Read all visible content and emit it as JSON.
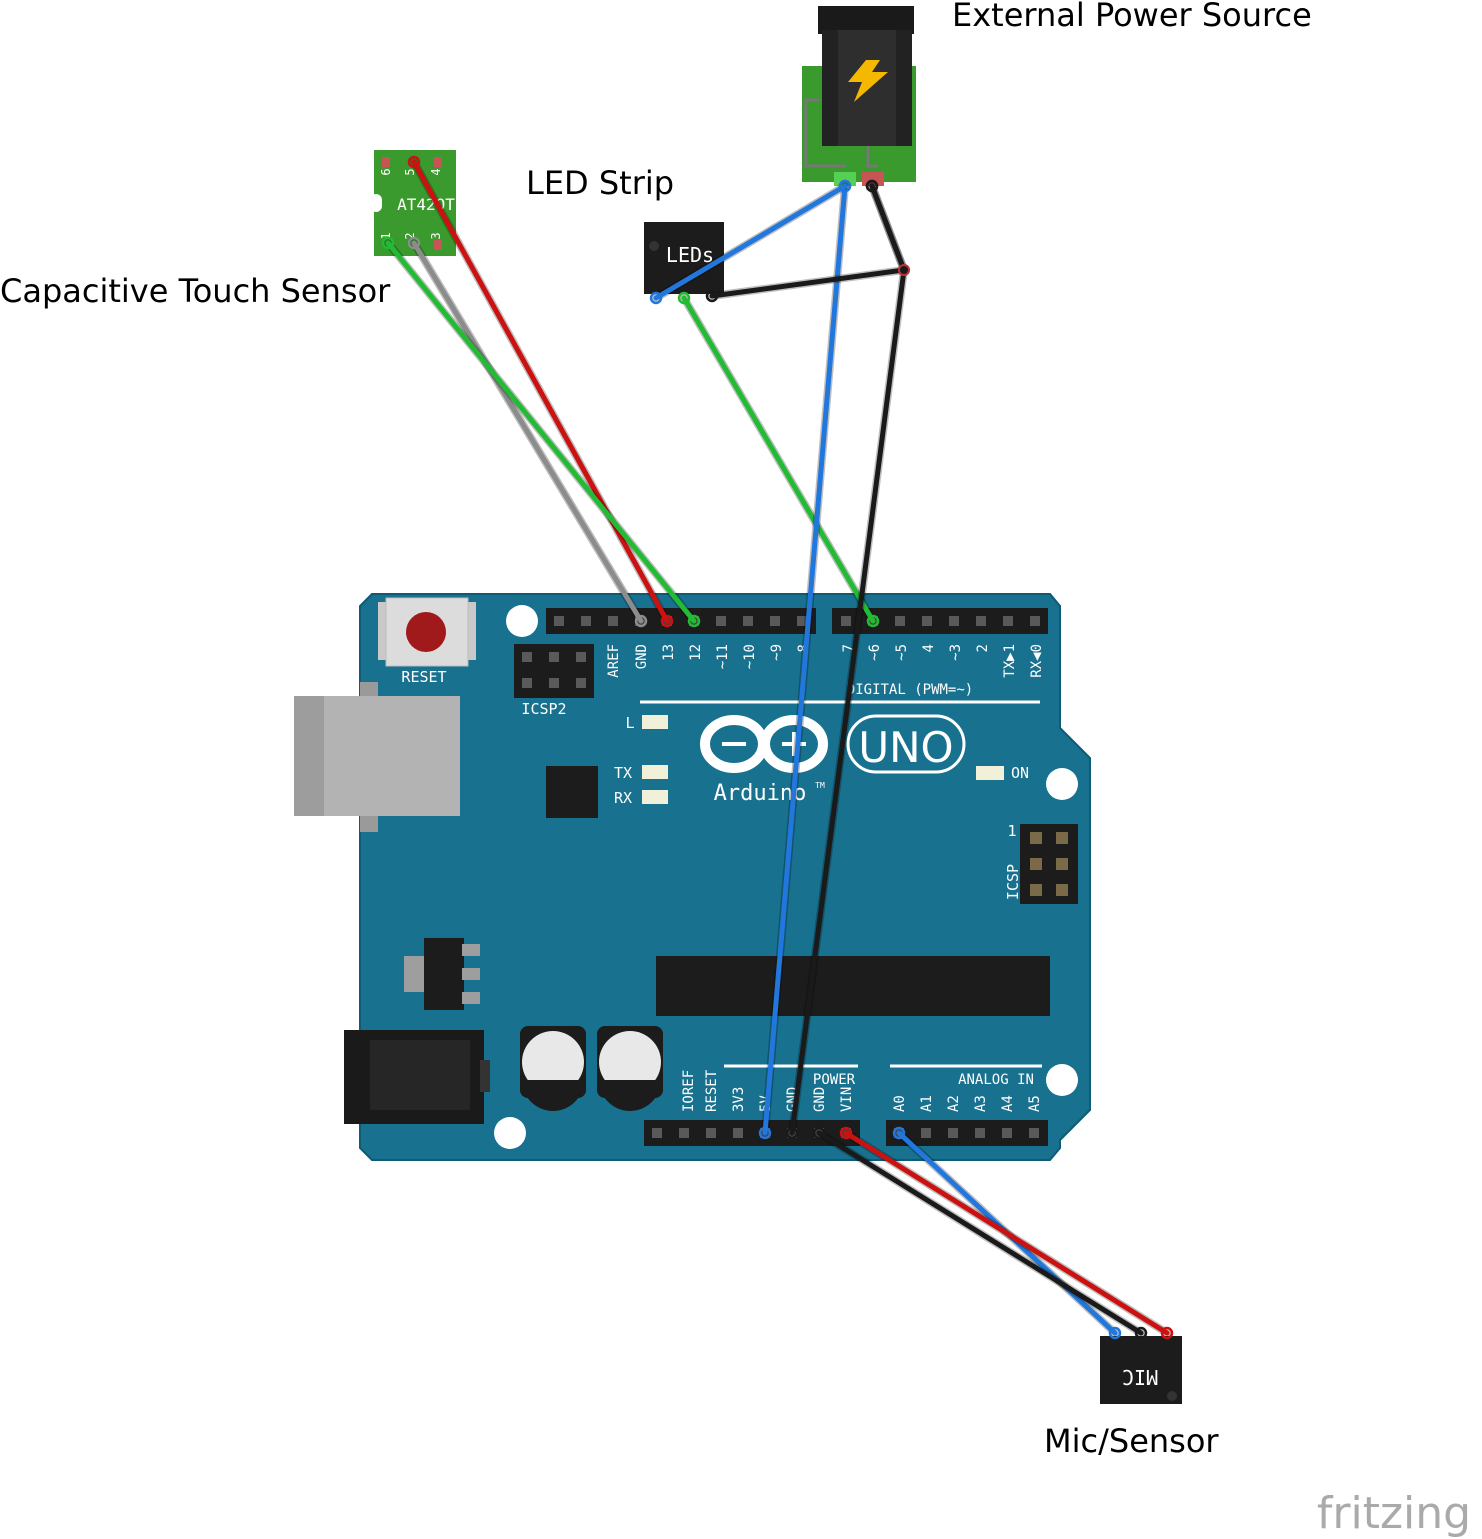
{
  "labels": {
    "power": "External Power Source",
    "led": "LED Strip",
    "touch": "Capacitive Touch Sensor",
    "mic": "Mic/Sensor",
    "brand": "fritzing"
  },
  "arduino": {
    "reset": "RESET",
    "icsp2": "ICSP2",
    "icsp": "ICSP",
    "uno": "UNO",
    "name": "Arduino",
    "tm": "TM",
    "digital": "DIGITAL (PWM=~)",
    "power_hdr": "POWER",
    "analog_hdr": "ANALOG IN",
    "led_l": "L",
    "led_tx": "TX",
    "led_rx": "RX",
    "led_on": "ON",
    "icsp_pin1": "1",
    "top_pins": [
      "AREF",
      "GND",
      "13",
      "12",
      "~11",
      "~10",
      "~9",
      "8",
      "7",
      "~6",
      "~5",
      "4",
      "~3",
      "2",
      "TX▶1",
      "RX◀0"
    ],
    "power_pins": [
      "IOREF",
      "RESET",
      "3V3",
      "5V",
      "GND",
      "GND",
      "VIN"
    ],
    "analog_pins": [
      "A0",
      "A1",
      "A2",
      "A3",
      "A4",
      "A5"
    ]
  },
  "sensor": {
    "chip": "AT42QT",
    "pins_top": [
      "6",
      "5",
      "4"
    ],
    "pins_bottom": [
      "1",
      "2",
      "3"
    ]
  },
  "led_module": {
    "text": "LEDs"
  },
  "mic_module": {
    "text": "MIC"
  },
  "colors": {
    "board": "#17718f",
    "board_edge": "#0f5a74",
    "header": "#1c1c1c",
    "wire_red": "#cc1111",
    "wire_green": "#22bb33",
    "wire_blue": "#2277dd",
    "wire_black": "#1a1a1a",
    "wire_gray": "#8c8c8c",
    "pcb_green": "#3a9a2e"
  },
  "wires": [
    {
      "name": "touch-gray-to-gnd",
      "color": "wire_gray",
      "from": "touch-pin-2",
      "to": "arduino-gnd-top"
    },
    {
      "name": "touch-red-to-13",
      "color": "wire_red",
      "from": "touch-pin-5",
      "to": "arduino-pin-13"
    },
    {
      "name": "touch-green-to-12",
      "color": "wire_green",
      "from": "touch-pin-1",
      "to": "arduino-pin-12"
    },
    {
      "name": "led-green-to-6",
      "color": "wire_green",
      "from": "led-data",
      "to": "arduino-pin-6"
    },
    {
      "name": "power-blue-to-5v",
      "color": "wire_blue",
      "from": "power-plus",
      "to": "arduino-5v"
    },
    {
      "name": "power-black-to-gnd",
      "color": "wire_black",
      "from": "power-minus",
      "to": "arduino-gnd"
    },
    {
      "name": "power-blue-to-led",
      "color": "wire_blue",
      "from": "power-plus",
      "to": "led-vcc"
    },
    {
      "name": "power-black-to-led",
      "color": "wire_black",
      "from": "power-minus",
      "to": "led-gnd"
    },
    {
      "name": "mic-blue-to-a0",
      "color": "wire_blue",
      "from": "mic-out",
      "to": "arduino-a0"
    },
    {
      "name": "mic-black-to-gnd",
      "color": "wire_black",
      "from": "mic-gnd",
      "to": "arduino-gnd-2"
    },
    {
      "name": "mic-red-to-vin",
      "color": "wire_red",
      "from": "mic-vcc",
      "to": "arduino-vin"
    }
  ]
}
